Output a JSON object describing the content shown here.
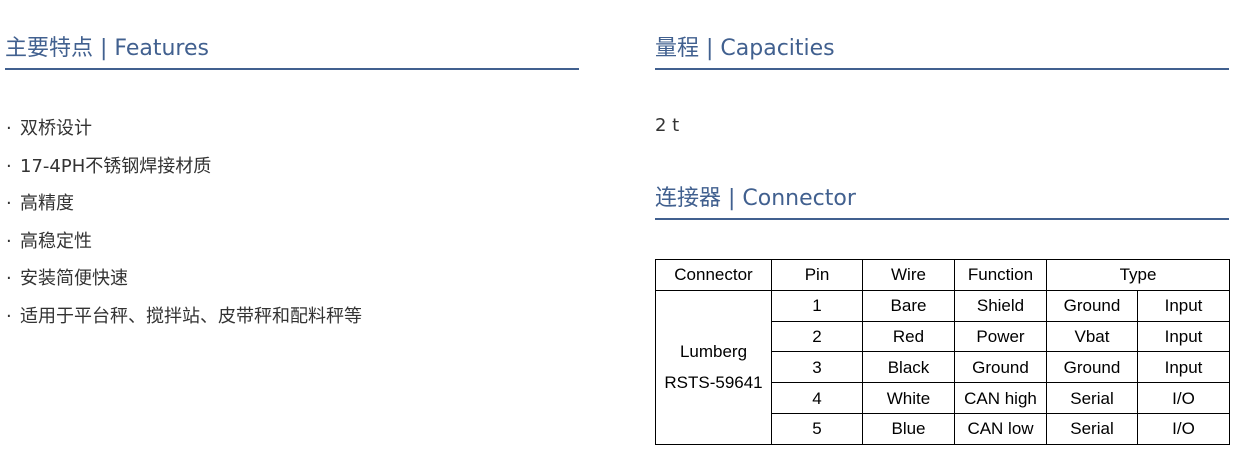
{
  "features": {
    "title": "主要特点 | Features",
    "bullet": "·",
    "items": [
      "双桥设计",
      "17-4PH不锈钢焊接材质",
      "高精度",
      "高稳定性",
      "安装简便快速",
      "适用于平台秤、搅拌站、皮带秤和配料秤等"
    ]
  },
  "capacities": {
    "title": "量程 | Capacities",
    "value": "2 t"
  },
  "connector": {
    "title": "连接器 | Connector",
    "table": {
      "headers": [
        "Connector",
        "Pin",
        "Wire",
        "Function",
        "Type"
      ],
      "connector_name_line1": "Lumberg",
      "connector_name_line2": "RSTS-59641",
      "rows": [
        {
          "pin": "1",
          "wire": "Bare",
          "function": "Shield",
          "type1": "Ground",
          "type2": "Input"
        },
        {
          "pin": "2",
          "wire": "Red",
          "function": "Power",
          "type1": "Vbat",
          "type2": "Input"
        },
        {
          "pin": "3",
          "wire": "Black",
          "function": "Ground",
          "type1": "Ground",
          "type2": "Input"
        },
        {
          "pin": "4",
          "wire": "White",
          "function": "CAN high",
          "type1": "Serial",
          "type2": "I/O"
        },
        {
          "pin": "5",
          "wire": "Blue",
          "function": "CAN low",
          "type1": "Serial",
          "type2": "I/O"
        }
      ]
    }
  },
  "colors": {
    "title": "#41608f",
    "text": "#333333",
    "table_border": "#000000"
  }
}
